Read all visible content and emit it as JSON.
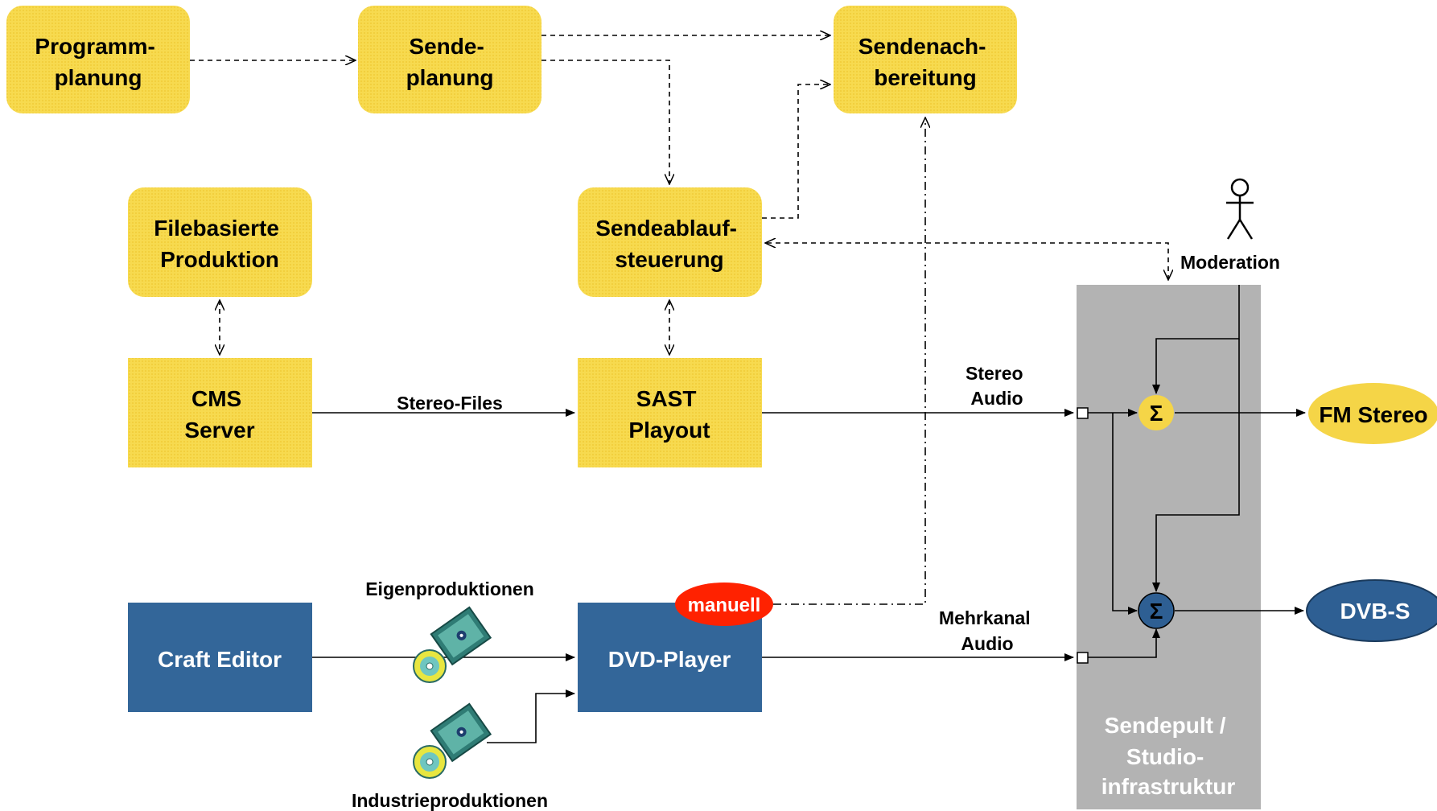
{
  "colors": {
    "yellow_box": "#f5d547",
    "blue_box": "#336699",
    "grey_console": "#b2b2b2",
    "red_badge": "#ff2200",
    "dvb_oval": "#2e5f93"
  },
  "nodes": {
    "programmplanung": [
      "Programm-",
      "planung"
    ],
    "sendeplanung": [
      "Sende-",
      "planung"
    ],
    "sendenachbereitung": [
      "Sendenach-",
      "bereitung"
    ],
    "filebasierte_produktion": [
      "Filebasierte",
      "Produktion"
    ],
    "sendeablaufsteuerung": [
      "Sendeablauf-",
      "steuerung"
    ],
    "cms_server": [
      "CMS",
      "Server"
    ],
    "sast_playout": [
      "SAST",
      "Playout"
    ],
    "craft_editor": "Craft Editor",
    "dvd_player": "DVD-Player",
    "manuell": "manuell",
    "fm_stereo": "FM Stereo",
    "dvb_s": "DVB-S",
    "sendepult": [
      "Sendepult /",
      "Studio-",
      "infrastruktur"
    ],
    "moderation": "Moderation",
    "sum_symbol": "Σ"
  },
  "edge_labels": {
    "stereo_files": "Stereo-Files",
    "stereo_audio": [
      "Stereo",
      "Audio"
    ],
    "mehrkanal_audio": [
      "Mehrkanal",
      "Audio"
    ],
    "eigenproduktionen": "Eigenproduktionen",
    "industrieproduktionen": "Industrieproduktionen"
  },
  "icons": [
    "person-icon",
    "dvd-disc-icon",
    "dvd-case-icon"
  ]
}
